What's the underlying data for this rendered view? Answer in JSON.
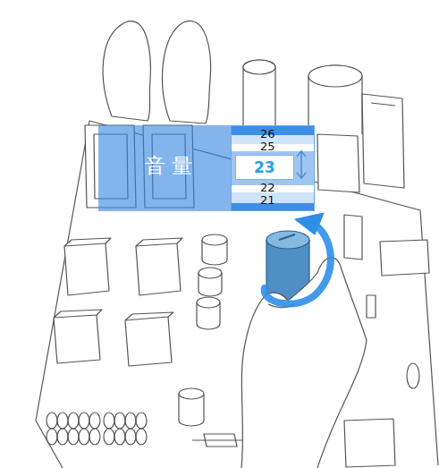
{
  "diagram": {
    "nodes": [
      {
        "text": [
          "音 量"
        ]
      },
      {
        "text": [
          "26",
          "25",
          "22",
          "21"
        ],
        "in": 0
      },
      {
        "text": [
          "23"
        ],
        "in": 1
      }
    ]
  }
}
